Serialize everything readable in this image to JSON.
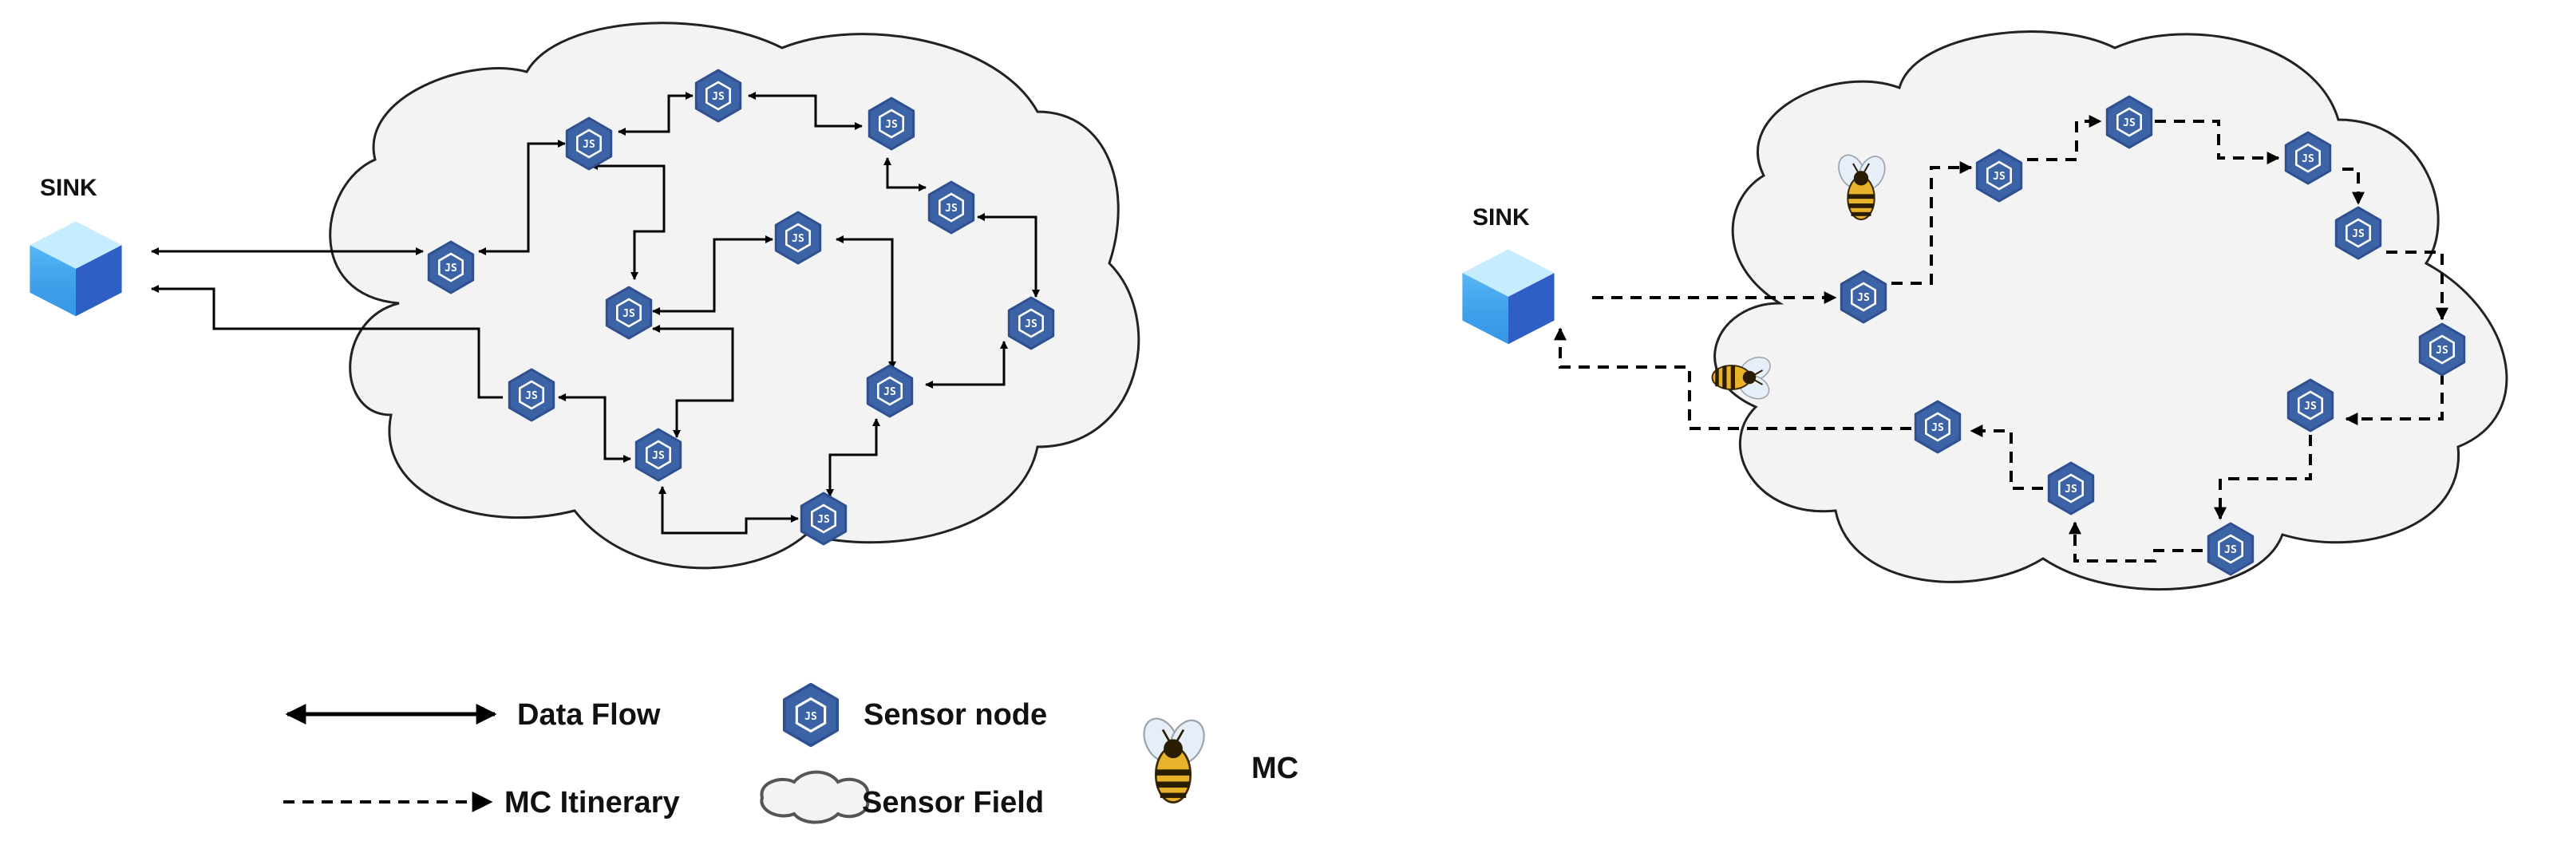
{
  "left_scene": {
    "sink_label": "SINK"
  },
  "right_scene": {
    "sink_label": "SINK"
  },
  "node_glyph": "JS",
  "legend": {
    "data_flow": "Data Flow",
    "mc_itinerary": "MC Itinerary",
    "sensor_node": "Sensor node",
    "sensor_field": "Sensor Field",
    "mc": "MC"
  },
  "colors": {
    "node_fill": "#3b63a6",
    "cloud_fill": "#f3f3f3",
    "sink_top": "#bfe9ff",
    "sink_left": "#3aa0ea",
    "sink_right": "#2f5fc4"
  }
}
